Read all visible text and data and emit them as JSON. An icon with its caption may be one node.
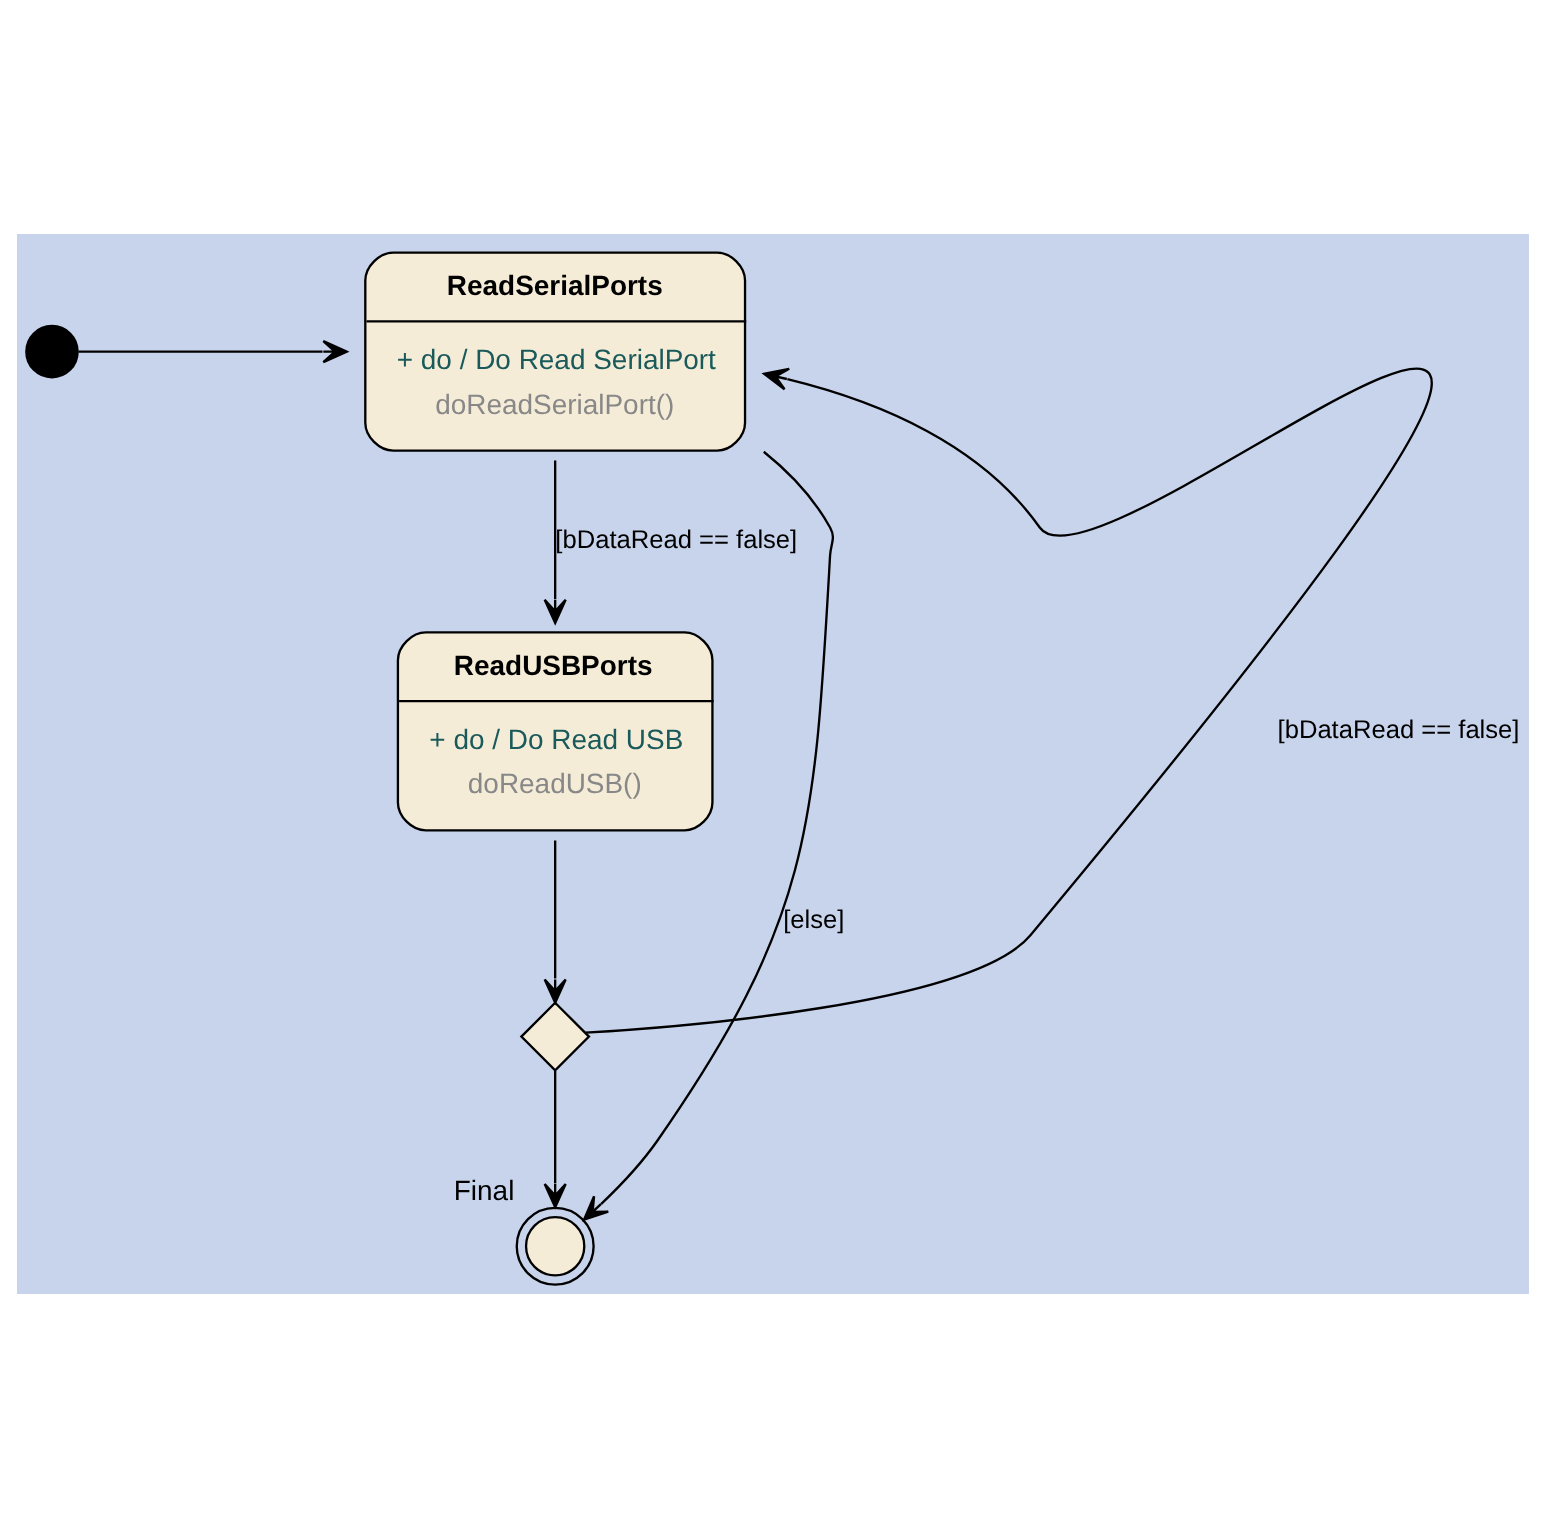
{
  "diagram": {
    "nodes": [
      {
        "text": [],
        "shape": "circle"
      },
      {
        "text": [
          "ReadSerialPorts",
          "+ do / Do Read SerialPort",
          "doReadSerialPort()"
        ]
      },
      {
        "text": [
          "ReadUSBPorts",
          "+ do / Do Read USB",
          "doReadUSB()"
        ]
      },
      {
        "text": [],
        "shape": "diamond"
      },
      {
        "text": [],
        "shape": "circle",
        "beside": [
          "Final"
        ]
      }
    ],
    "edges": [
      {
        "from": 0,
        "to": 1,
        "arrow": "to"
      },
      {
        "from": 1,
        "to": 2,
        "arrow": "to",
        "label": "[bDataRead == false]"
      },
      {
        "from": 2,
        "to": 3,
        "arrow": "to"
      },
      {
        "from": 3,
        "to": 1,
        "arrow": "to",
        "label": "[bDataRead == false]"
      },
      {
        "from": 3,
        "to": 4,
        "arrow": "to"
      },
      {
        "from": 1,
        "to": 4,
        "arrow": "to",
        "label": "[else]"
      }
    ]
  }
}
